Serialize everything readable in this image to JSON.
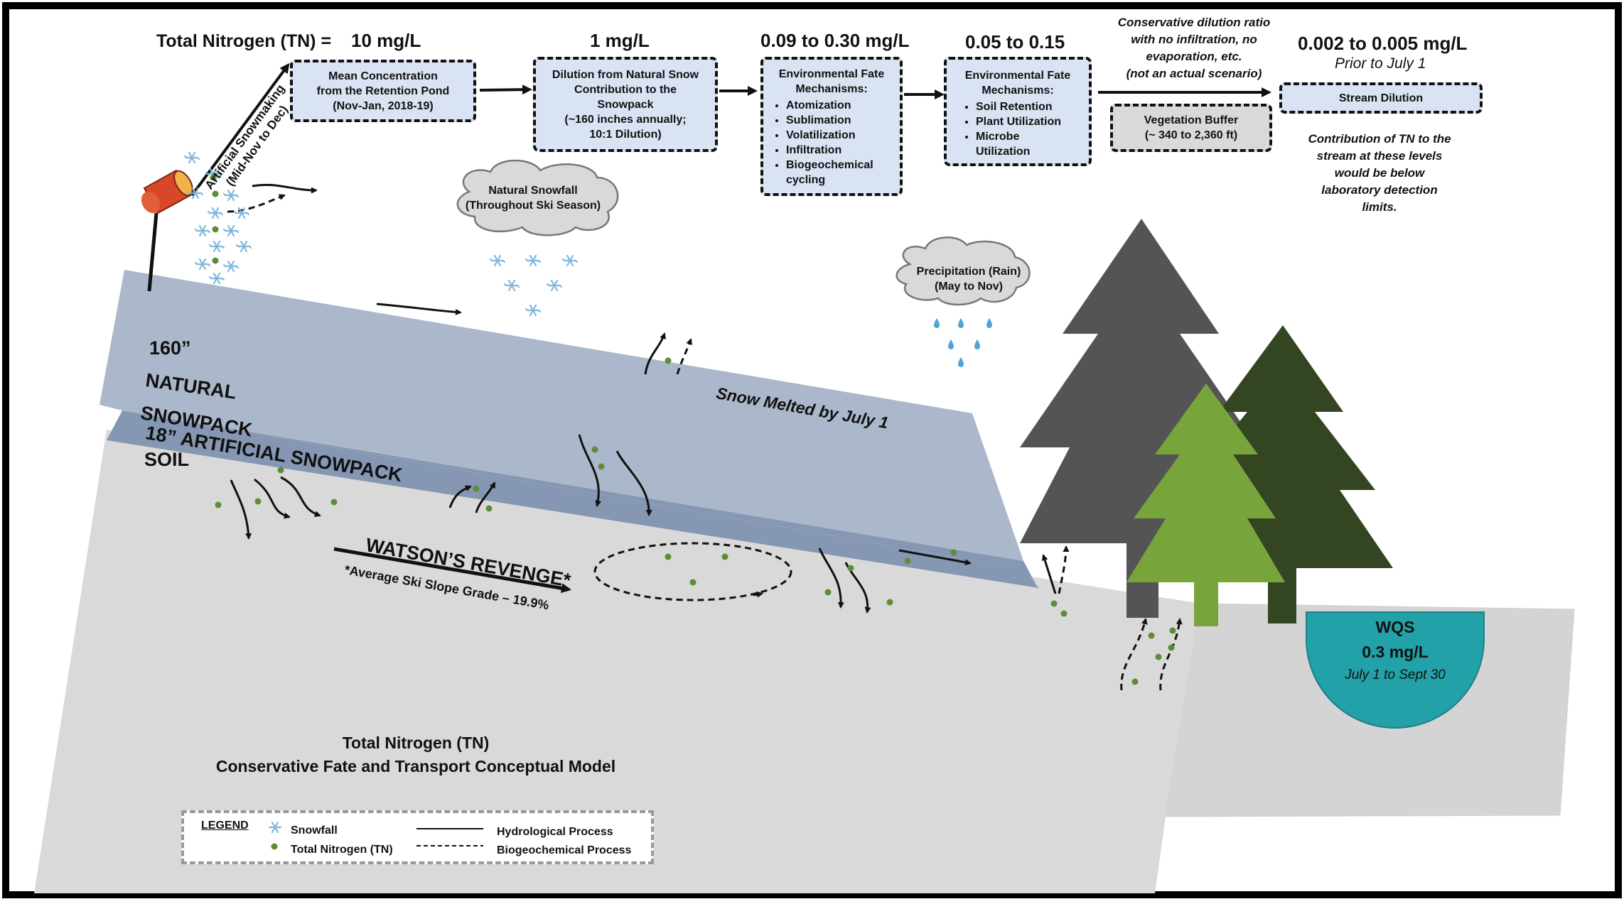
{
  "header": {
    "tn_label": "Total Nitrogen (TN) =",
    "c1": "10 mg/L",
    "c2": "1 mg/L",
    "c3": "0.09 to 0.30 mg/L",
    "c4": "0.05 to 0.15",
    "c5": "0.002 to 0.005 mg/L",
    "c5_sub": "Prior to July 1",
    "conservative_note": [
      "Conservative dilution ratio",
      "with no infiltration, no",
      "evaporation, etc.",
      "(not an actual scenario)"
    ]
  },
  "boxes": {
    "retention": [
      "Mean Concentration",
      "from the Retention Pond",
      "(Nov-Jan, 2018-19)"
    ],
    "dilution": [
      "Dilution from Natural Snow",
      "Contribution to the",
      "Snowpack",
      "(~160 inches annually;",
      "10:1 Dilution)"
    ],
    "fate1_title": [
      "Environmental Fate",
      "Mechanisms:"
    ],
    "fate1_items": [
      "Atomization",
      "Sublimation",
      "Volatilization",
      "Infiltration",
      "Biogeochemical cycling"
    ],
    "fate2_title": [
      "Environmental Fate",
      "Mechanisms:"
    ],
    "fate2_items": [
      "Soil Retention",
      "Plant Utilization",
      "Microbe Utilization"
    ],
    "vegetation": [
      "Vegetation Buffer",
      "(~ 340 to 2,360 ft)"
    ],
    "stream": "Stream Dilution"
  },
  "stream_note": [
    "Contribution of TN to the",
    "stream at these levels",
    "would be below",
    "laboratory detection",
    "limits."
  ],
  "snowmaking": [
    "Artificial Snowmaking",
    "(Mid-Nov to Dec)"
  ],
  "clouds": {
    "snow": [
      "Natural Snowfall",
      "(Throughout Ski Season)"
    ],
    "rain": [
      "Precipitation (Rain)",
      "(May to Nov)"
    ]
  },
  "layers": {
    "natural": [
      "160”",
      "NATURAL",
      "SNOWPACK"
    ],
    "artificial": "18” ARTIFICIAL SNOWPACK",
    "soil": "SOIL",
    "melted": "Snow Melted by July 1"
  },
  "slope": {
    "name": "WATSON’S REVENGE*",
    "grade": "*Average Ski Slope Grade – 19.9%"
  },
  "wqs": {
    "label": "WQS",
    "value": "0.3 mg/L",
    "period": "July 1 to Sept 30"
  },
  "model_title": [
    "Total Nitrogen (TN)",
    "Conservative Fate and Transport Conceptual Model"
  ],
  "legend": {
    "title": "LEGEND",
    "snowfall": "Snowfall",
    "tn": "Total Nitrogen (TN)",
    "hydro": "Hydrological Process",
    "bio": "Biogeochemical Process"
  },
  "colors": {
    "snowpack": "#abb8cb",
    "artificial": "#8597b2",
    "soil": "#d9d9d9",
    "box": "#d9e3f3",
    "tn_dot": "#5e8c3a",
    "snowflake": "#7fb7dc",
    "rain": "#4fa3d9",
    "tree_gray": "#545454",
    "tree_dark": "#344522",
    "tree_light": "#78a43c",
    "wqs": "#23a1a8"
  },
  "icons": [
    "snowflake-icon",
    "snow-cannon-icon",
    "cloud-icon",
    "raindrop-icon",
    "tree-icon"
  ]
}
